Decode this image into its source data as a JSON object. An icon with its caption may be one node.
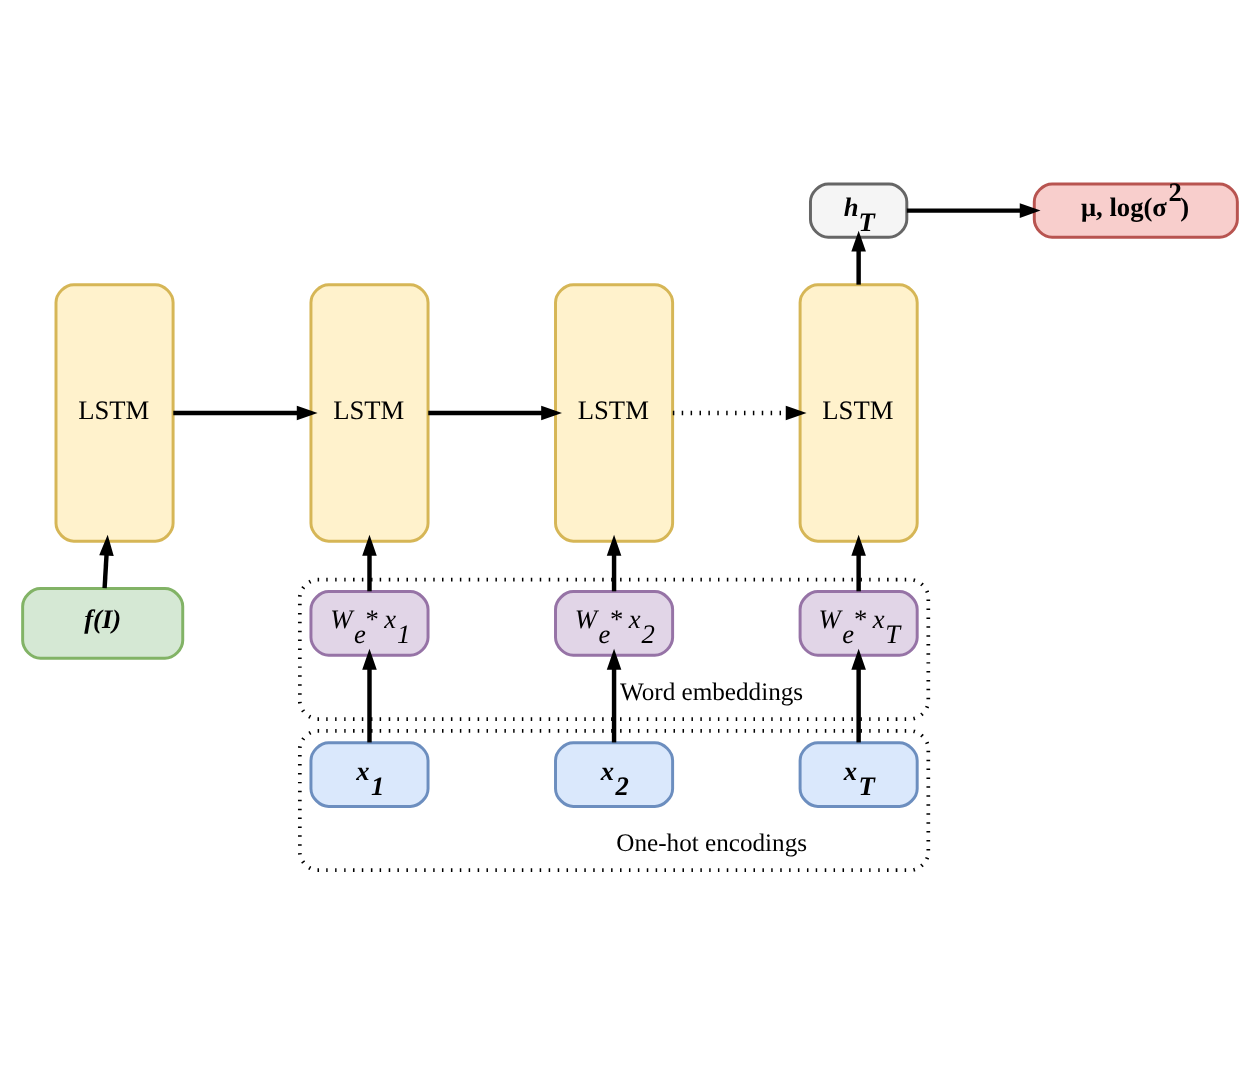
{
  "diagram": {
    "nodes": [
      {
        "text": [
          "μ, log(σ$^{2}$)"
        ]
      },
      {
        "text": [
          "h$_{T}$"
        ]
      },
      {
        "text": [
          "LSTM"
        ]
      },
      {
        "text": [
          "LSTM"
        ]
      },
      {
        "text": [
          "LSTM"
        ]
      },
      {
        "text": [
          "LSTM"
        ]
      },
      {
        "text": [
          "f(I)"
        ]
      },
      {
        "text": [
          "Word embeddings"
        ]
      },
      {
        "text": [
          "W$_{e}$* x$_{1}$"
        ],
        "in": 7
      },
      {
        "text": [
          "W$_{e}$* x$_{2}$"
        ],
        "in": 7
      },
      {
        "text": [
          "W$_{e}$* x$_{T}$"
        ],
        "in": 7
      },
      {
        "text": [
          "One-hot encodings"
        ]
      },
      {
        "text": [
          "x$_{1}$"
        ],
        "in": 11
      },
      {
        "text": [
          "x$_{2}$"
        ],
        "in": 11
      },
      {
        "text": [
          "x$_{T}$"
        ],
        "in": 11
      }
    ],
    "edges": [
      {
        "from": 1,
        "to": 0,
        "arrow": "to"
      },
      {
        "from": 5,
        "to": 1,
        "arrow": "to"
      },
      {
        "from": 2,
        "to": 3,
        "arrow": "to"
      },
      {
        "from": 3,
        "to": 4,
        "arrow": "to"
      },
      {
        "from": 4,
        "to": 5,
        "arrow": "to",
        "style": "dashed"
      },
      {
        "from": 6,
        "to": 2,
        "arrow": "to"
      },
      {
        "from": 8,
        "to": 3,
        "arrow": "to"
      },
      {
        "from": 9,
        "to": 4,
        "arrow": "to"
      },
      {
        "from": 10,
        "to": 5,
        "arrow": "to"
      },
      {
        "from": 12,
        "to": 8,
        "arrow": "to"
      },
      {
        "from": 13,
        "to": 9,
        "arrow": "to"
      },
      {
        "from": 14,
        "to": 10,
        "arrow": "to"
      }
    ]
  }
}
